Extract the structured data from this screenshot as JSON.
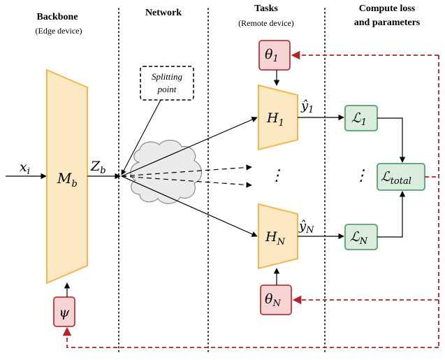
{
  "columns": {
    "backbone": {
      "title": "Backbone",
      "subtitle": "(Edge device)"
    },
    "network": {
      "title": "Network"
    },
    "tasks": {
      "title": "Tasks",
      "subtitle": "(Remote device)"
    },
    "compute": {
      "title_line1": "Compute loss",
      "title_line2": "and parameters"
    }
  },
  "labels": {
    "input": {
      "main": "x",
      "sub": "i"
    },
    "backbone_model": {
      "main": "M",
      "sub": "b"
    },
    "features": {
      "main": "Z",
      "sub": "b"
    },
    "psi": "ψ",
    "split_line1": "Splitting",
    "split_line2": "point",
    "theta1": {
      "main": "θ",
      "sub": "1"
    },
    "thetaN": {
      "main": "θ",
      "sub": "N"
    },
    "head1": {
      "main": "H",
      "sub": "1"
    },
    "headN": {
      "main": "H",
      "sub": "N"
    },
    "yhat1": {
      "main": "ŷ",
      "sub": "1"
    },
    "yhatN": {
      "main": "ŷ",
      "sub": "N"
    },
    "loss1": {
      "main": "ℒ",
      "sub": "1"
    },
    "lossN": {
      "main": "ℒ",
      "sub": "N"
    },
    "loss_total": {
      "main": "ℒ",
      "sub": "total"
    },
    "ellipsis": "⋮"
  },
  "colors": {
    "orange_fill": "#fde8c4",
    "orange_stroke": "#f6b54c",
    "red_fill": "#f7d4d4",
    "red_stroke": "#b5383c",
    "green_fill": "#d9ecdd",
    "green_stroke": "#5a9e6f",
    "feedback": "#b3232b",
    "cloud_fill": "#ebebeb",
    "cloud_stroke": "#8a8a8a"
  }
}
